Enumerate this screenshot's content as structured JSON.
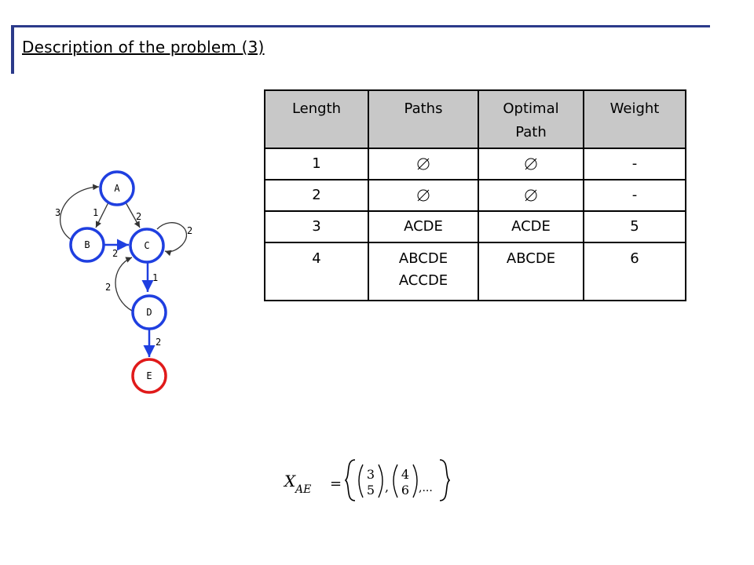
{
  "slide": {
    "title": "Description of the problem (3)"
  },
  "table": {
    "headers": [
      "Length",
      "Paths",
      "Optimal Path",
      "Weight"
    ],
    "header_lines": {
      "optimal_1": "Optimal",
      "optimal_2": "Path"
    },
    "rows": [
      {
        "length": "1",
        "paths": "∅",
        "optimal": "∅",
        "weight": "-"
      },
      {
        "length": "2",
        "paths": "∅",
        "optimal": "∅",
        "weight": "-"
      },
      {
        "length": "3",
        "paths": "ACDE",
        "optimal": "ACDE",
        "weight": "5"
      },
      {
        "length": "4",
        "paths_1": "ABCDE",
        "paths_2": "ACCDE",
        "optimal": "ABCDE",
        "weight": "6"
      }
    ]
  },
  "graph": {
    "nodes": [
      "A",
      "B",
      "C",
      "D",
      "E"
    ],
    "edge_weights": {
      "b_to_a": "3",
      "a_to_b": "1",
      "a_to_c": "2",
      "c_loop": "2",
      "b_to_c": "2",
      "c_to_d": "1",
      "d_to_c": "2",
      "d_to_e": "2"
    },
    "colors": {
      "node": "#1f3fe0",
      "target": "#e01a1a",
      "edge": "#1f3fe0",
      "curve": "#333333"
    }
  },
  "formula": {
    "var": "X",
    "sub": "AE",
    "eq": "=",
    "v1_top": "3",
    "v1_bot": "5",
    "v2_top": "4",
    "v2_bot": "6",
    "comma": ",",
    "ellipsis": ",..."
  }
}
